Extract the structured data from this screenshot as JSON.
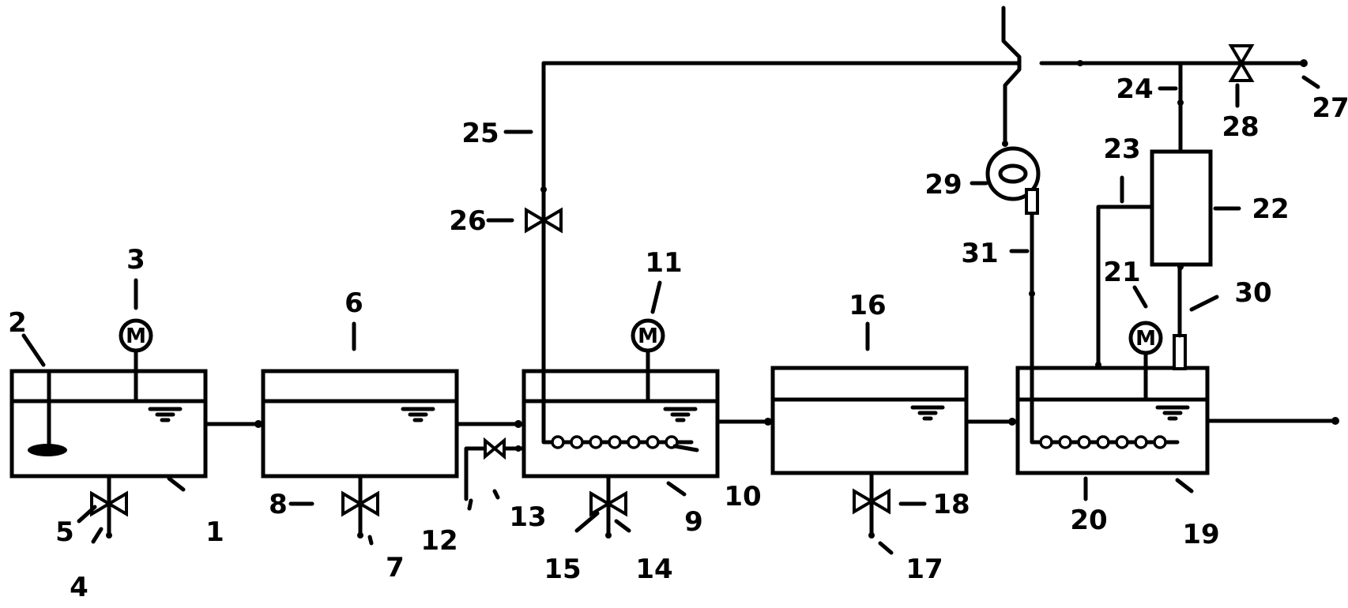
{
  "motor_symbol": "M",
  "labels": {
    "l1": "1",
    "l2": "2",
    "l3": "3",
    "l4": "4",
    "l5": "5",
    "l6": "6",
    "l7": "7",
    "l8": "8",
    "l9": "9",
    "l10": "10",
    "l11": "11",
    "l12": "12",
    "l13": "13",
    "l14": "14",
    "l15": "15",
    "l16": "16",
    "l17": "17",
    "l18": "18",
    "l19": "19",
    "l20": "20",
    "l21": "21",
    "l22": "22",
    "l23": "23",
    "l24": "24",
    "l25": "25",
    "l26": "26",
    "l27": "27",
    "l28": "28",
    "l29": "29",
    "l30": "30",
    "l31": "31"
  }
}
